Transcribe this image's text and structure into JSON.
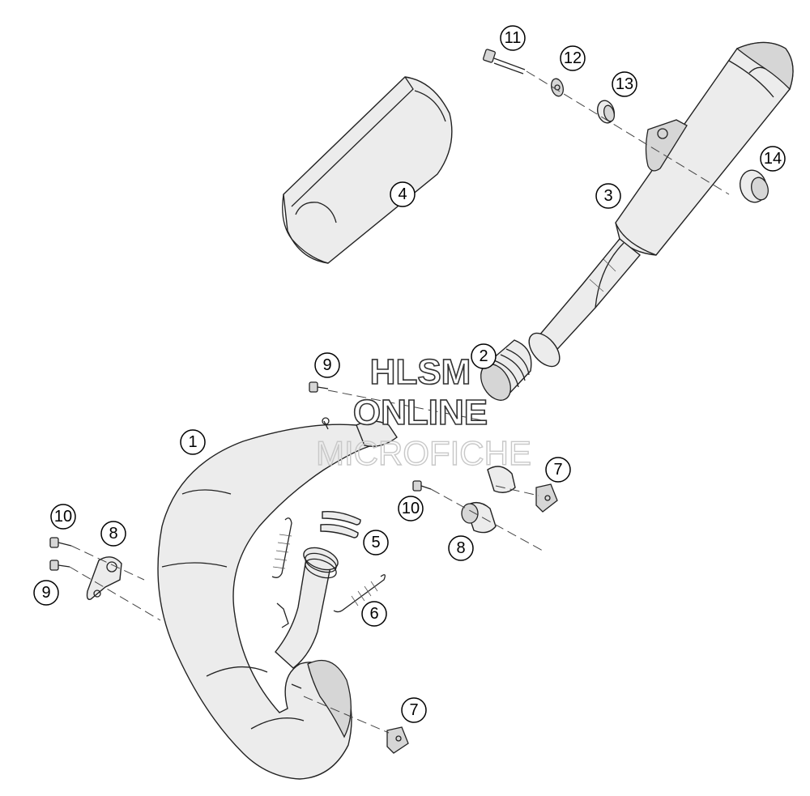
{
  "callouts": [
    {
      "id": "c1",
      "label": "1"
    },
    {
      "id": "c2",
      "label": "2"
    },
    {
      "id": "c3",
      "label": "3"
    },
    {
      "id": "c4",
      "label": "4"
    },
    {
      "id": "c5",
      "label": "5"
    },
    {
      "id": "c6",
      "label": "6"
    },
    {
      "id": "c7a",
      "label": "7"
    },
    {
      "id": "c7b",
      "label": "7"
    },
    {
      "id": "c8a",
      "label": "8"
    },
    {
      "id": "c8b",
      "label": "8"
    },
    {
      "id": "c9a",
      "label": "9"
    },
    {
      "id": "c9b",
      "label": "9"
    },
    {
      "id": "c10a",
      "label": "10"
    },
    {
      "id": "c10b",
      "label": "10"
    },
    {
      "id": "c11",
      "label": "11"
    },
    {
      "id": "c12",
      "label": "12"
    },
    {
      "id": "c13",
      "label": "13"
    },
    {
      "id": "c14",
      "label": "14"
    }
  ],
  "watermark": {
    "line1": "HLSM",
    "line2": "ONLINE",
    "line3": "MICROFICHE"
  }
}
